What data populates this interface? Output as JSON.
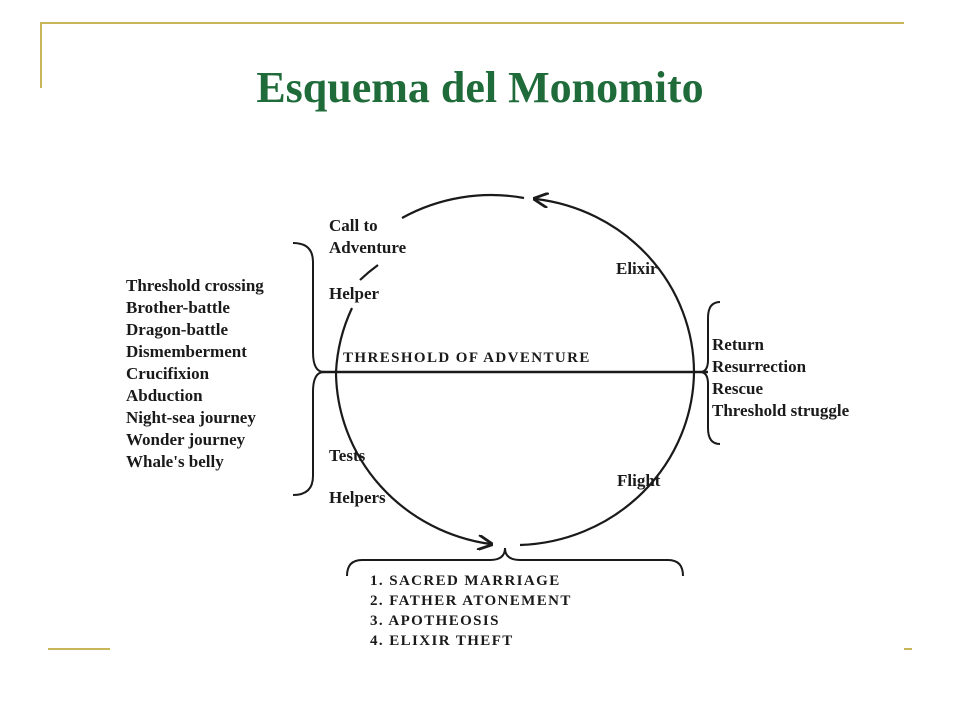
{
  "title": "Esquema del Monomito",
  "colors": {
    "title": "#1f6b3a",
    "frame": "#c9b65a",
    "ink": "#1a1a1a"
  },
  "circle": {
    "upper_left": [
      "Call to",
      "Adventure",
      "Helper"
    ],
    "upper_right": [
      "Elixir"
    ],
    "threshold": "THRESHOLD OF ADVENTURE",
    "lower_left": [
      "Tests",
      "Helpers"
    ],
    "lower_right": [
      "Flight"
    ]
  },
  "left_list": [
    "Threshold crossing",
    "Brother-battle",
    "Dragon-battle",
    "Dismemberment",
    "Crucifixion",
    "Abduction",
    "Night-sea journey",
    "Wonder journey",
    "Whale's belly"
  ],
  "right_list": [
    "Return",
    "Resurrection",
    "Rescue",
    "Threshold struggle"
  ],
  "bottom_list": [
    "1. SACRED MARRIAGE",
    "2. FATHER ATONEMENT",
    "3. APOTHEOSIS",
    "4. ELIXIR THEFT"
  ]
}
